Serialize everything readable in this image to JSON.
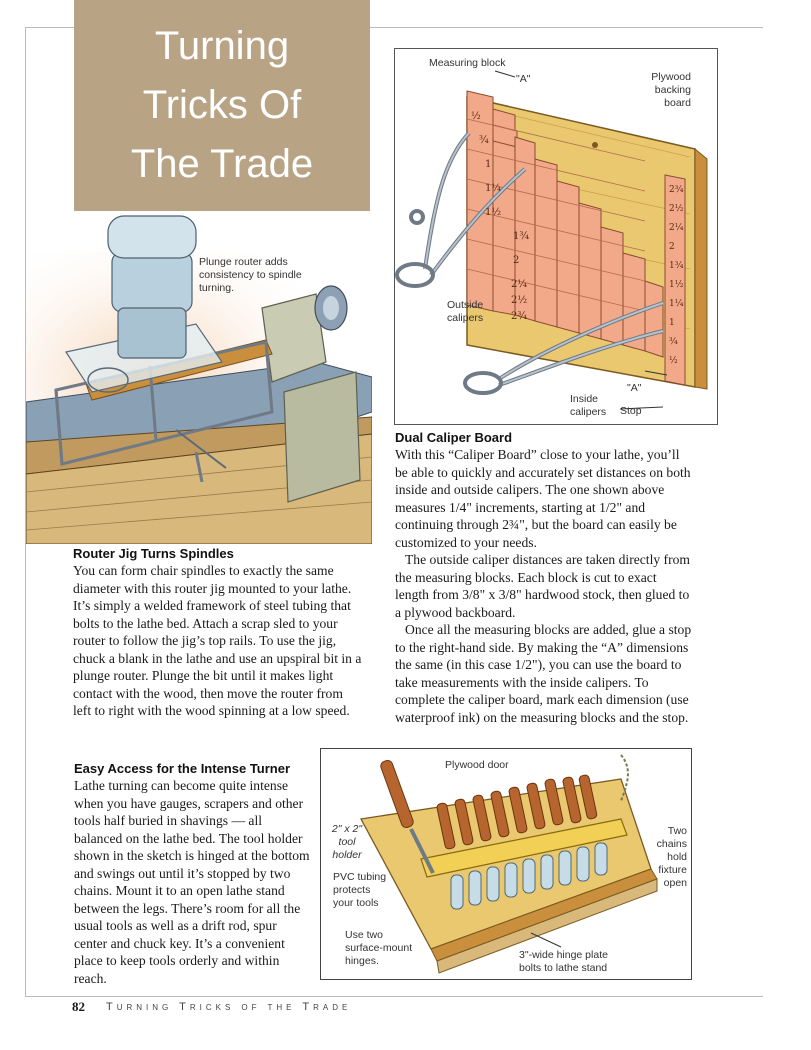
{
  "page": {
    "title_lines": [
      "Turning",
      "Tricks Of",
      "The Trade"
    ],
    "page_number": "82",
    "running_title": "Turning Tricks of the Trade"
  },
  "caliper_figure": {
    "labels": {
      "measuring_block": "Measuring block",
      "a_top": "\"A\"",
      "plywood_backing": [
        "Plywood",
        "backing",
        "board"
      ],
      "outside_calipers": [
        "Outside",
        "calipers"
      ],
      "inside_calipers": [
        "Inside",
        "calipers"
      ],
      "a_bottom": "\"A\"",
      "stop": "Stop"
    },
    "block_marks": [
      "½",
      "¾",
      "1",
      "1¼",
      "1½",
      "1¾",
      "2",
      "2¼",
      "2½",
      "2¾"
    ],
    "right_marks": [
      "2¾",
      "2½",
      "2¼",
      "2",
      "1¾",
      "1½",
      "1¼",
      "1",
      "¾",
      "½"
    ]
  },
  "router_figure": {
    "label": [
      "Plunge router adds",
      "consistency to spindle",
      "turning."
    ]
  },
  "tool_figure": {
    "labels": {
      "plywood_door": "Plywood door",
      "tool_holder": [
        "2\" x 2\"",
        "tool",
        "holder"
      ],
      "chains": [
        "Two",
        "chains",
        "hold",
        "fixture",
        "open"
      ],
      "pvc": [
        "PVC tubing",
        "protects",
        "your tools"
      ],
      "hinges": [
        "Use two",
        "surface-mount",
        "hinges."
      ],
      "hinge_plate": [
        "3\"-wide hinge plate",
        "bolts to lathe stand"
      ]
    }
  },
  "articles": {
    "dual_caliper": {
      "heading": "Dual Caliper Board",
      "paragraphs": [
        "With this “Caliper Board” close to your lathe, you’ll be able to quickly and accurately set distances on both inside and outside calipers. The one shown above measures 1/4\" increments, starting at 1/2\" and continuing through 2¾\", but the board can easily be customized to your needs.",
        "The outside caliper distances are taken directly from the measuring blocks. Each block is cut to exact length from 3/8\" x 3/8\" hardwood stock, then glued to a plywood backboard.",
        "Once all the measuring blocks are added, glue a stop to the right-hand side. By making the “A” dimensions the same (in this case 1/2\"), you can use the board to take measurements with the inside calipers. To complete the caliper board, mark each dimension (use waterproof ink) on the measuring blocks and the stop."
      ]
    },
    "router_jig": {
      "heading": "Router Jig Turns Spindles",
      "paragraphs": [
        "You can form chair spindles to exactly the same diameter with this router jig mounted to your lathe. It’s simply a welded framework of steel tubing that bolts to the lathe bed. Attach a scrap sled to your router to follow the jig’s top rails. To use the jig, chuck a blank in the lathe and use an upspiral bit in a plunge router. Plunge the bit until it makes light contact with the wood, then move the router from left to right with the wood spinning at a low speed."
      ]
    },
    "easy_access": {
      "heading": "Easy Access for the Intense Turner",
      "paragraphs": [
        "Lathe turning can become quite intense when you have gauges, scrapers and other tools half buried in shavings — all balanced on the lathe bed. The tool holder shown in the sketch is hinged at the bottom and swings out until it’s stopped by two chains. Mount it to an open lathe stand between the legs. There’s room for all the usual tools as well as a drift rod, spur center and chuck key. It’s a convenient place to keep tools orderly and within reach."
      ]
    }
  },
  "colors": {
    "title_bg": "#b8a485",
    "wood": "#e9c86f",
    "wood_dark": "#c98f3c",
    "block": "#f1a98a",
    "caliper": "#9aa4ae",
    "pvc": "#c6dde8",
    "tool_handle": "#b7652e"
  }
}
